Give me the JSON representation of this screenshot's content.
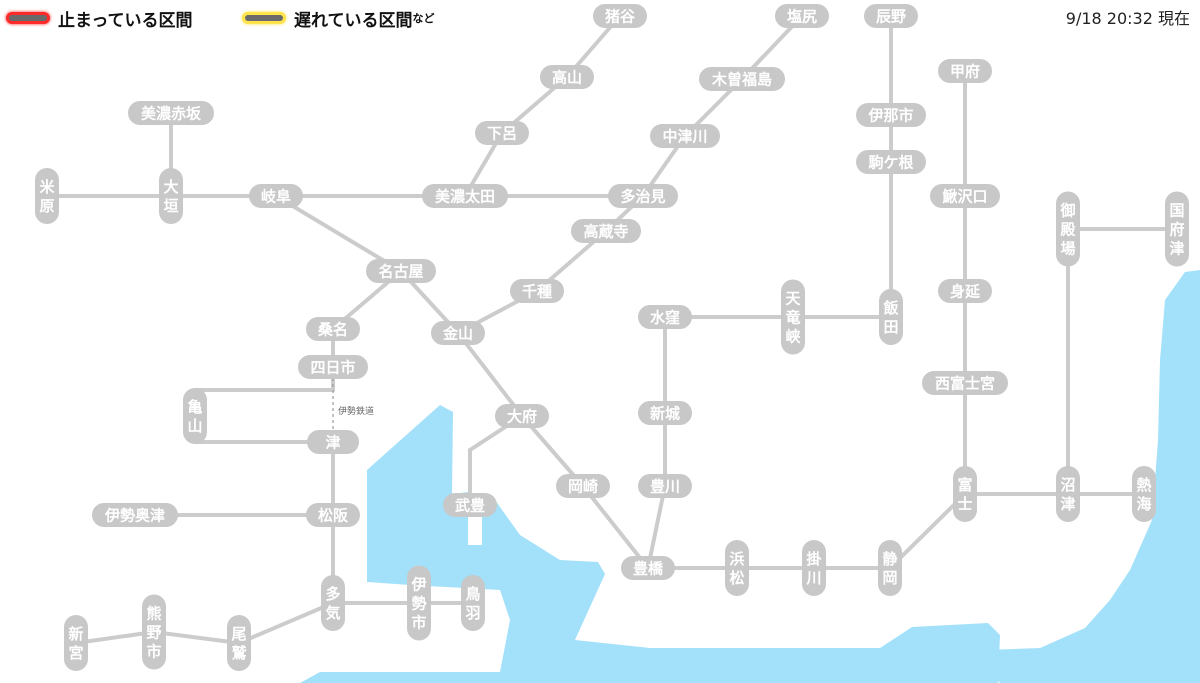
{
  "legend": {
    "stopped": {
      "label": "止まっている区間",
      "color": "#ff2a2a"
    },
    "delayed": {
      "label": "遅れている区間",
      "suffix": "など",
      "color": "#ffe34a"
    }
  },
  "timestamp": "9/18 20:32 現在",
  "colors": {
    "line": "#cccccc",
    "station": "#c8c8c8",
    "water": "#a3e1fb",
    "label": "#ffffff"
  },
  "note": "伊勢鉄道",
  "stations": [
    {
      "id": "inotani",
      "name": "猪谷"
    },
    {
      "id": "shiojiri",
      "name": "塩尻"
    },
    {
      "id": "tatsuno",
      "name": "辰野"
    },
    {
      "id": "takayama",
      "name": "高山"
    },
    {
      "id": "kisofukushima",
      "name": "木曽福島"
    },
    {
      "id": "kofu",
      "name": "甲府"
    },
    {
      "id": "minoakasaka",
      "name": "美濃赤坂"
    },
    {
      "id": "inashi",
      "name": "伊那市"
    },
    {
      "id": "gero",
      "name": "下呂"
    },
    {
      "id": "nakatsugawa",
      "name": "中津川"
    },
    {
      "id": "komagane",
      "name": "駒ケ根"
    },
    {
      "id": "maibara",
      "name": "米原"
    },
    {
      "id": "ogaki",
      "name": "大垣"
    },
    {
      "id": "gifu",
      "name": "岐阜"
    },
    {
      "id": "minoota",
      "name": "美濃太田"
    },
    {
      "id": "tajimi",
      "name": "多治見"
    },
    {
      "id": "kajikazawaguchi",
      "name": "鰍沢口"
    },
    {
      "id": "gotemba",
      "name": "御殿場"
    },
    {
      "id": "kozu",
      "name": "国府津"
    },
    {
      "id": "kozoji",
      "name": "高蔵寺"
    },
    {
      "id": "nagoya",
      "name": "名古屋"
    },
    {
      "id": "chikusa",
      "name": "千種"
    },
    {
      "id": "tenryukyo",
      "name": "天竜峡"
    },
    {
      "id": "minobu",
      "name": "身延"
    },
    {
      "id": "kuwana",
      "name": "桑名"
    },
    {
      "id": "kanayama",
      "name": "金山"
    },
    {
      "id": "mizukubo",
      "name": "水窪"
    },
    {
      "id": "iida",
      "name": "飯田"
    },
    {
      "id": "yokkaichi",
      "name": "四日市"
    },
    {
      "id": "nishifujinomiya",
      "name": "西富士宮"
    },
    {
      "id": "kameyama",
      "name": "亀山"
    },
    {
      "id": "obu",
      "name": "大府"
    },
    {
      "id": "shinshiro",
      "name": "新城"
    },
    {
      "id": "tsu",
      "name": "津"
    },
    {
      "id": "okazaki",
      "name": "岡崎"
    },
    {
      "id": "toyokawa",
      "name": "豊川"
    },
    {
      "id": "fuji",
      "name": "富士"
    },
    {
      "id": "numazu",
      "name": "沼津"
    },
    {
      "id": "atami",
      "name": "熱海"
    },
    {
      "id": "taketoyo",
      "name": "武豊"
    },
    {
      "id": "iseokitsu",
      "name": "伊勢奥津"
    },
    {
      "id": "matsusaka",
      "name": "松阪"
    },
    {
      "id": "toyohashi",
      "name": "豊橋"
    },
    {
      "id": "hamamatsu",
      "name": "浜松"
    },
    {
      "id": "kakegawa",
      "name": "掛川"
    },
    {
      "id": "shizuoka",
      "name": "静岡"
    },
    {
      "id": "taki",
      "name": "多気"
    },
    {
      "id": "iseshi",
      "name": "伊勢市"
    },
    {
      "id": "toba",
      "name": "鳥羽"
    },
    {
      "id": "shingu",
      "name": "新宮"
    },
    {
      "id": "kumanoshi",
      "name": "熊野市"
    },
    {
      "id": "owase",
      "name": "尾鷲"
    }
  ]
}
